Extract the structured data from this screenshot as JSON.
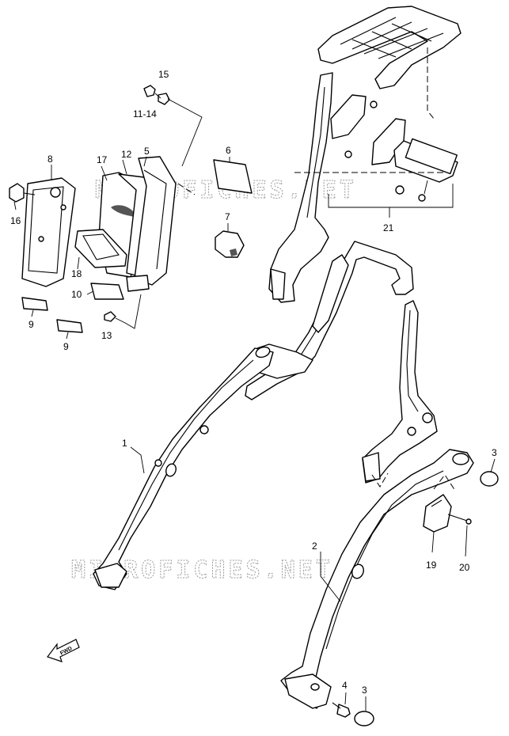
{
  "watermark": "MICROFICHES.NET",
  "direction_badge": "FWD",
  "callouts": {
    "p1": "1",
    "p2": "2",
    "p3a": "3",
    "p3b": "3",
    "p4": "4",
    "p5": "5",
    "p6": "6",
    "p7": "7",
    "p8": "8",
    "p9a": "9",
    "p9b": "9",
    "p10": "10",
    "p11_14": "11-14",
    "p12": "12",
    "p13": "13",
    "p15": "15",
    "p16": "16",
    "p17": "17",
    "p18": "18",
    "p19": "19",
    "p20": "20",
    "p21": "21"
  }
}
